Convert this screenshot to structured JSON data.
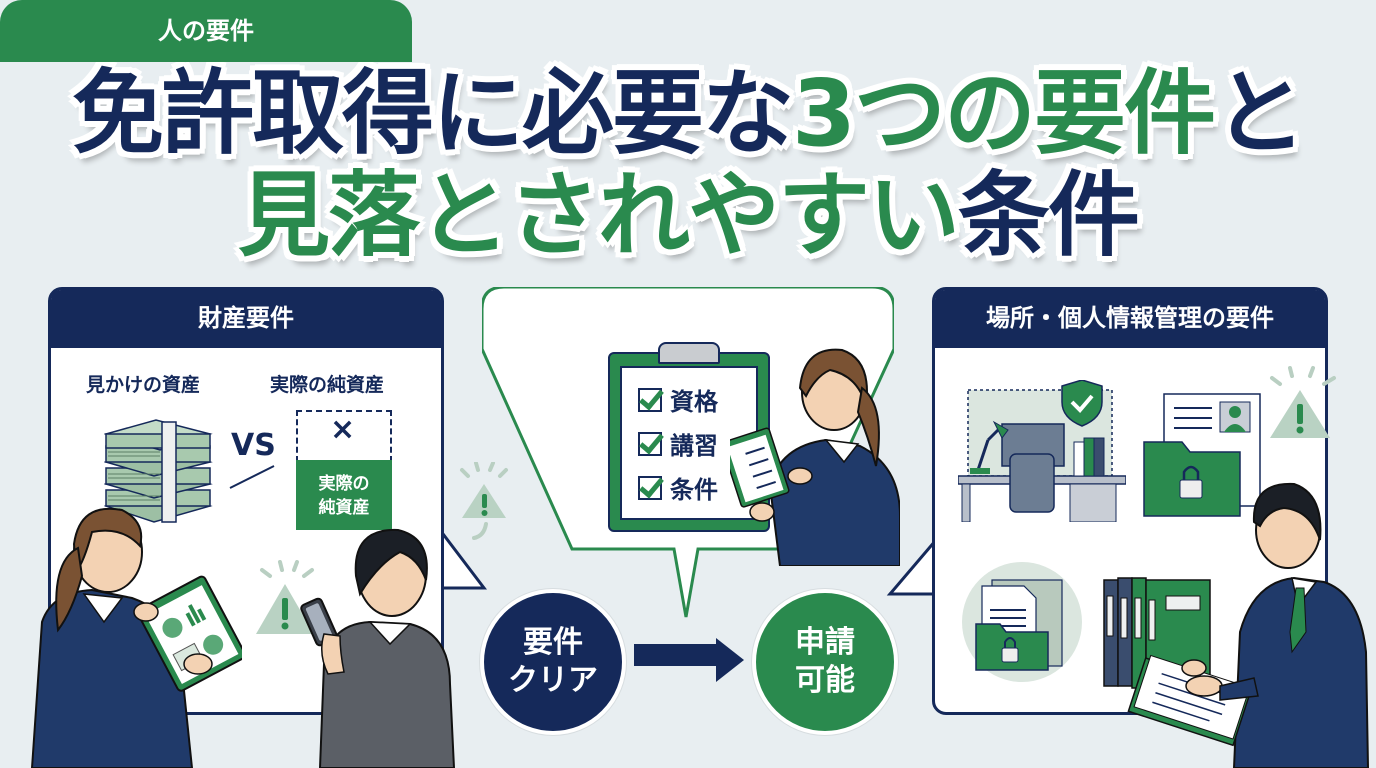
{
  "title": {
    "line1": [
      {
        "text": "免許取得に必要な",
        "color": "navy"
      },
      {
        "text": "3つの要件",
        "color": "green"
      },
      {
        "text": "と",
        "color": "navy"
      }
    ],
    "line2": [
      {
        "text": "見落とされやすい",
        "color": "green"
      },
      {
        "text": "条件",
        "color": "navy"
      }
    ]
  },
  "colors": {
    "navy": "#15295a",
    "green": "#2a8a4e",
    "background": "#e8eef1",
    "warning_fill": "#b9d2c3"
  },
  "panels": {
    "property": {
      "header": "財産要件",
      "label_left": "見かけの資産",
      "label_right": "実際の純資産",
      "vs": "VS",
      "cross": "×",
      "net_asset_box": [
        "実際の",
        "純資産"
      ],
      "icons": [
        "cash-stack-icon",
        "warning-icon",
        "clipboard-chart-icon",
        "smartphone-icon"
      ]
    },
    "person": {
      "header": "人の要件",
      "checklist": [
        "資格",
        "講習",
        "条件"
      ],
      "icons": [
        "clipboard-icon",
        "checkbox-icon",
        "warning-icon"
      ]
    },
    "location": {
      "header": "場所・個人情報管理の要件",
      "icons": [
        "desk-office-icon",
        "shield-check-icon",
        "id-document-folder-icon",
        "warning-icon",
        "locked-folder-icon",
        "binders-icon"
      ]
    }
  },
  "flow": {
    "step1": [
      "要件",
      "クリア"
    ],
    "step2": [
      "申請",
      "可能"
    ],
    "arrow": "right-arrow-icon"
  }
}
